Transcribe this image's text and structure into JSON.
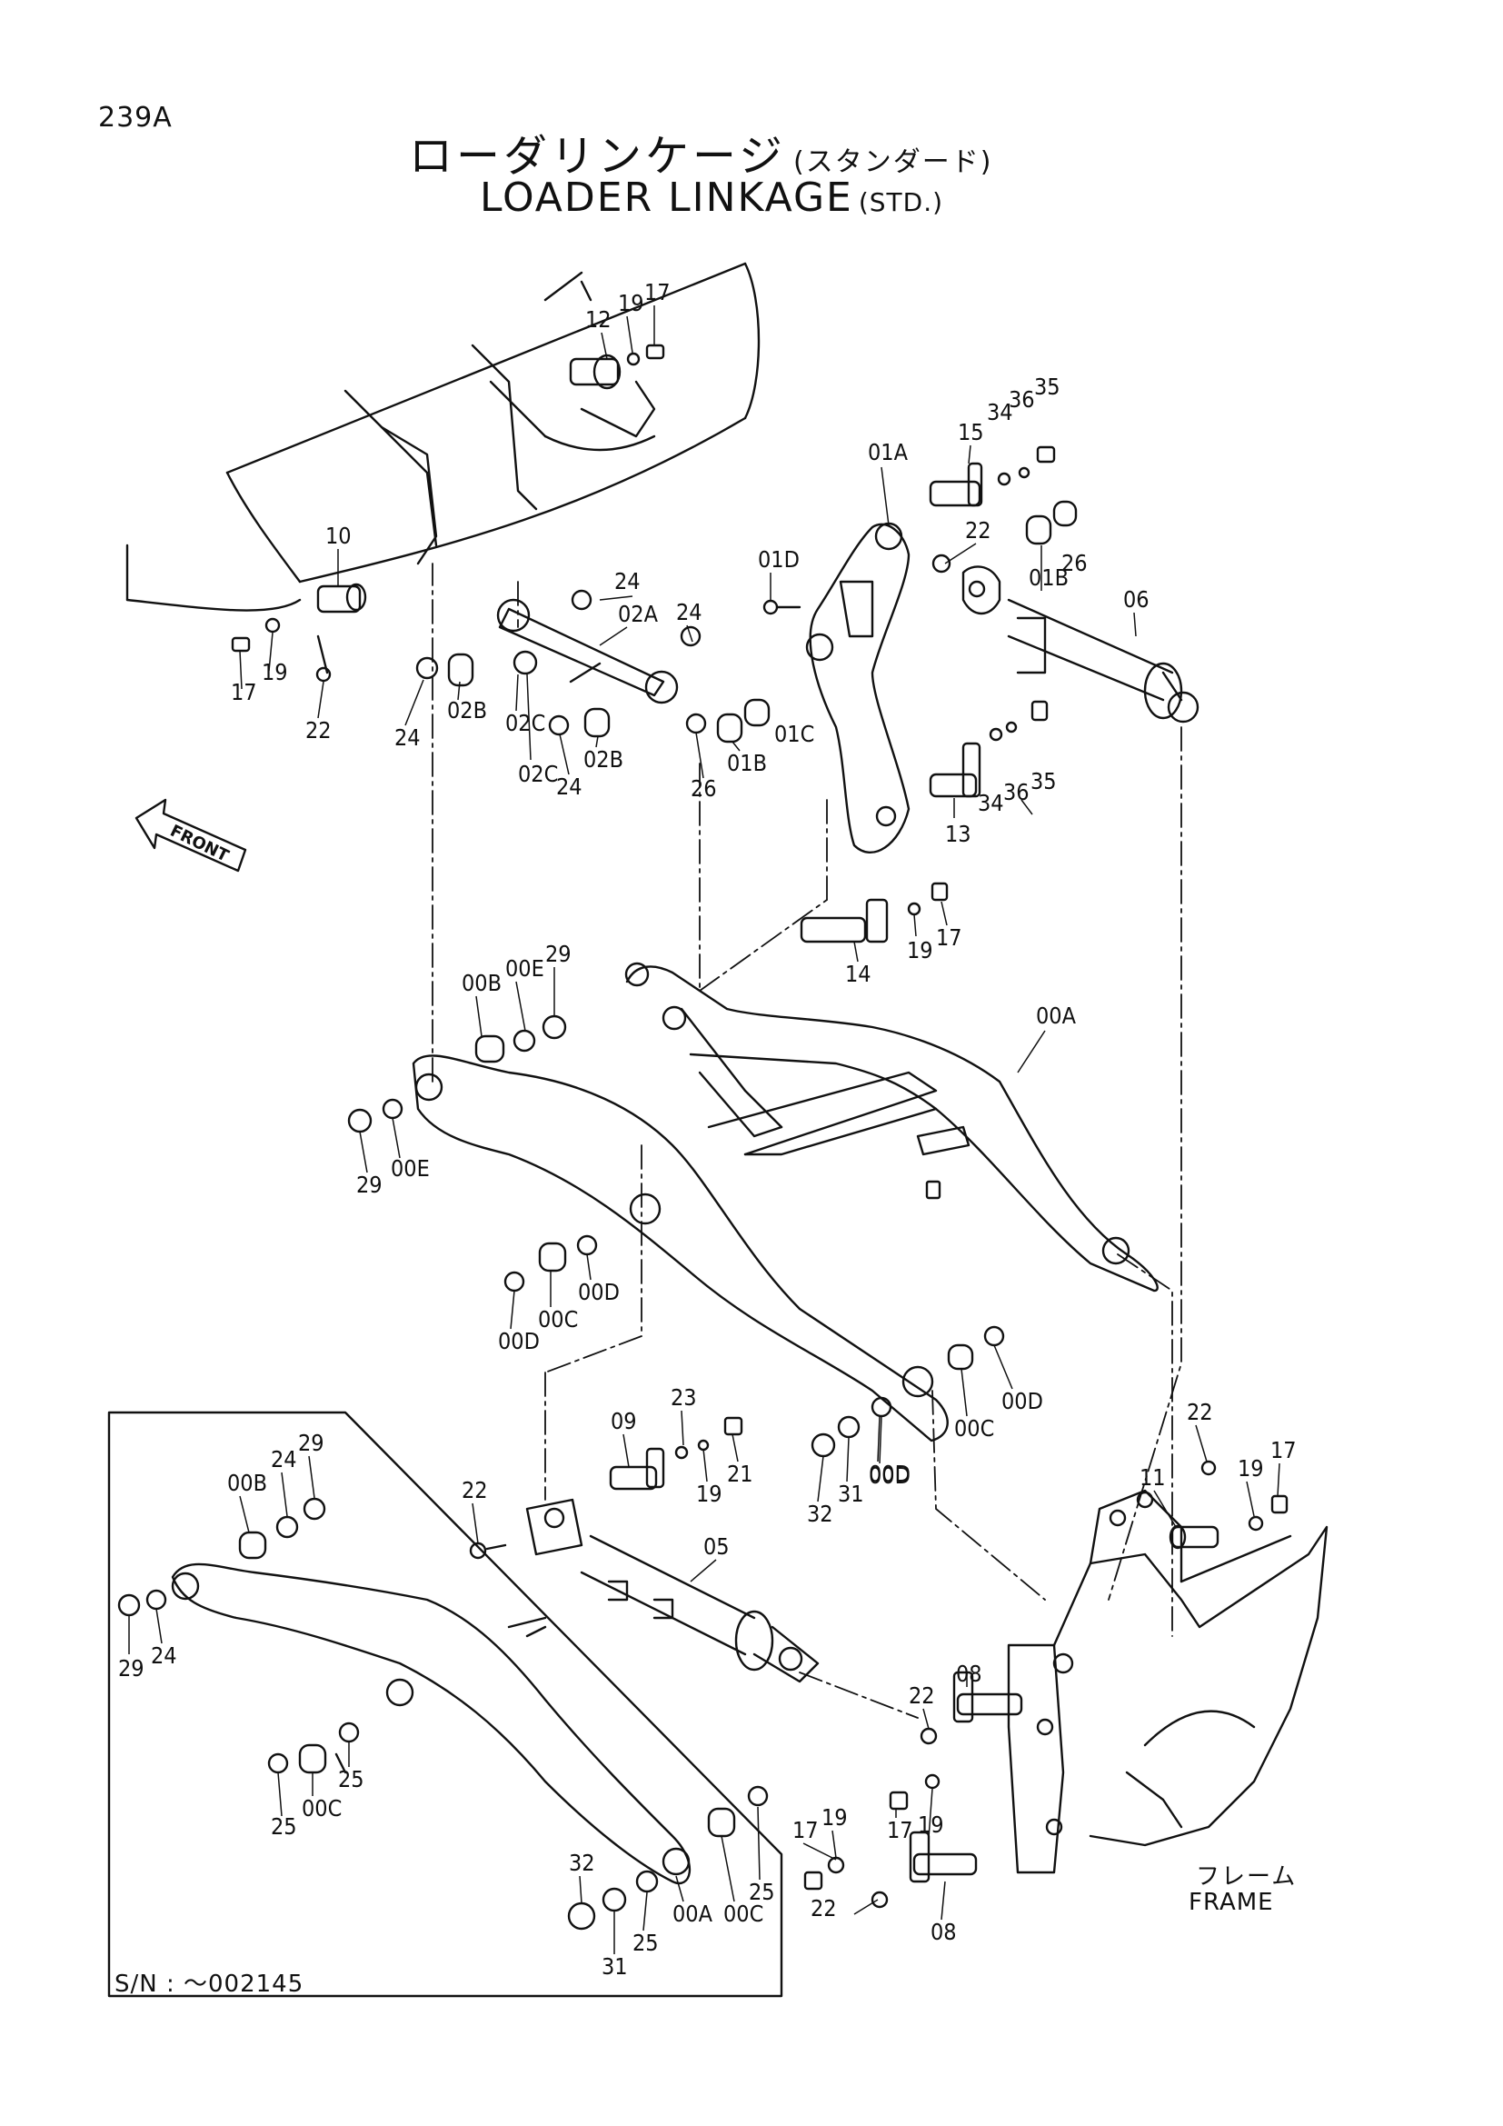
{
  "page_number": "239A",
  "title": {
    "jp": "ローダリンケージ",
    "jp_sub": "(スタンダード)",
    "en": "LOADER LINKAGE",
    "en_sub": "(STD.)"
  },
  "serial_note": "S/N :  ～002145",
  "frame_label": {
    "jp": "フレーム",
    "en": "FRAME"
  },
  "front_arrow": "FRONT",
  "callouts": [
    "12",
    "19",
    "17",
    "10",
    "19",
    "17",
    "22",
    "24",
    "02A",
    "24",
    "02B",
    "02C",
    "24",
    "02C",
    "02B",
    "24",
    "01A",
    "15",
    "34",
    "36",
    "35",
    "22",
    "01D",
    "01B",
    "26",
    "06",
    "01C",
    "01B",
    "26",
    "13",
    "34",
    "36",
    "35",
    "14",
    "19",
    "17",
    "00A",
    "00B",
    "00E",
    "29",
    "29",
    "00E",
    "00D",
    "00C",
    "00D",
    "00D",
    "00C",
    "00D",
    "23",
    "09",
    "19",
    "21",
    "32",
    "31",
    "00D",
    "05",
    "22",
    "22",
    "19",
    "17",
    "11",
    "00B",
    "24",
    "29",
    "29",
    "24",
    "25",
    "00C",
    "25",
    "08",
    "22",
    "19",
    "17",
    "17",
    "19",
    "22",
    "08",
    "32",
    "31",
    "25",
    "00A",
    "00C",
    "25"
  ]
}
